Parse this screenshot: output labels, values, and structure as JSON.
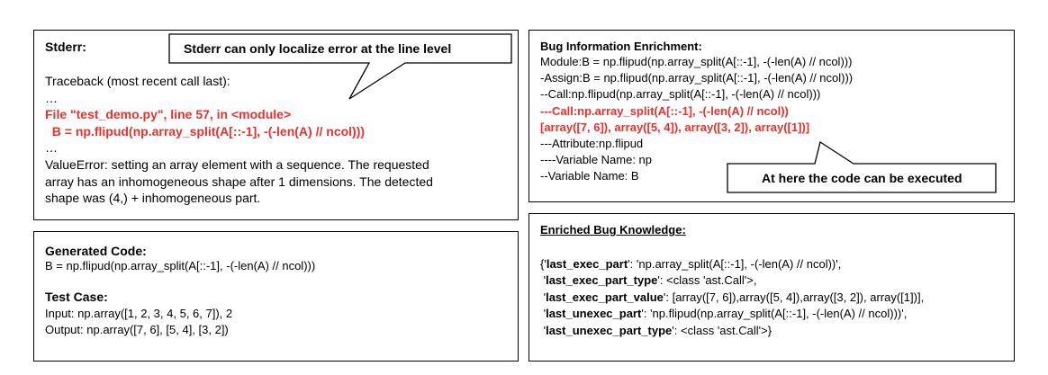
{
  "stderr_panel": {
    "header": "Stderr:",
    "callout": "Stderr can only localize error at the line level",
    "lines": [
      {
        "text": "Traceback (most recent call last):",
        "style": "normal"
      },
      {
        "text": "…",
        "style": "normal"
      },
      {
        "text": "File \"test_demo.py\", line 57, in <module>",
        "style": "red"
      },
      {
        "text": "  B = np.flipud(np.array_split(A[::-1], -(-len(A) // ncol)))",
        "style": "red"
      },
      {
        "text": "…",
        "style": "normal"
      },
      {
        "text": "ValueError: setting an array element with a sequence. The requested",
        "style": "normal"
      },
      {
        "text": "array has an inhomogeneous shape after 1 dimensions. The detected",
        "style": "normal"
      },
      {
        "text": "shape was (4,) + inhomogeneous part.",
        "style": "normal"
      }
    ]
  },
  "code_panel": {
    "code_header": "Generated Code:",
    "code_line": "B = np.flipud(np.array_split(A[::-1], -(-len(A) // ncol)))",
    "test_header": "Test Case:",
    "input_line": "Input: np.array([1, 2, 3, 4, 5, 6, 7]), 2",
    "output_line": "Output: np.array([7, 6], [5, 4], [3, 2])"
  },
  "enrichment_panel": {
    "header": "Bug Information Enrichment:",
    "callout": "At here the code can be executed",
    "lines": [
      {
        "text": "Module:B = np.flipud(np.array_split(A[::-1], -(-len(A) // ncol)))",
        "style": "normal"
      },
      {
        "text": "-Assign:B = np.flipud(np.array_split(A[::-1], -(-len(A) // ncol)))",
        "style": "normal"
      },
      {
        "text": "--Call:np.flipud(np.array_split(A[::-1], -(-len(A) // ncol)))",
        "style": "normal"
      },
      {
        "text": "---Call:np.array_split(A[::-1], -(-len(A) // ncol))",
        "style": "red"
      },
      {
        "text": "[array([7, 6]), array([5, 4]), array([3, 2]), array([1])]",
        "style": "red"
      },
      {
        "text": "---Attribute:np.flipud",
        "style": "normal"
      },
      {
        "text": "----Variable Name: np",
        "style": "normal"
      },
      {
        "text": "--Variable Name: B",
        "style": "normal"
      }
    ]
  },
  "knowledge_panel": {
    "header": "Enriched Bug Knowledge:",
    "entries": [
      {
        "prefix": "{'",
        "key": "last_exec_part",
        "sep": "': ",
        "value": "'np.array_split(A[::-1], -(-len(A) // ncol))',"
      },
      {
        "prefix": " '",
        "key": "last_exec_part_type",
        "sep": "': ",
        "value": "<class 'ast.Call'>,"
      },
      {
        "prefix": " '",
        "key": "last_exec_part_value",
        "sep": "': ",
        "value": "[array([7, 6]),array([5, 4]),array([3, 2]), array([1])],"
      },
      {
        "prefix": " '",
        "key": "last_unexec_part",
        "sep": "': ",
        "value": "'np.flipud(np.array_split(A[::-1], -(-len(A) // ncol)))',"
      },
      {
        "prefix": " '",
        "key": "last_unexec_part_type",
        "sep": "': ",
        "value": "<class 'ast.Call'>}"
      }
    ]
  },
  "colors": {
    "highlight": "#e8312c",
    "border": "#000000"
  }
}
